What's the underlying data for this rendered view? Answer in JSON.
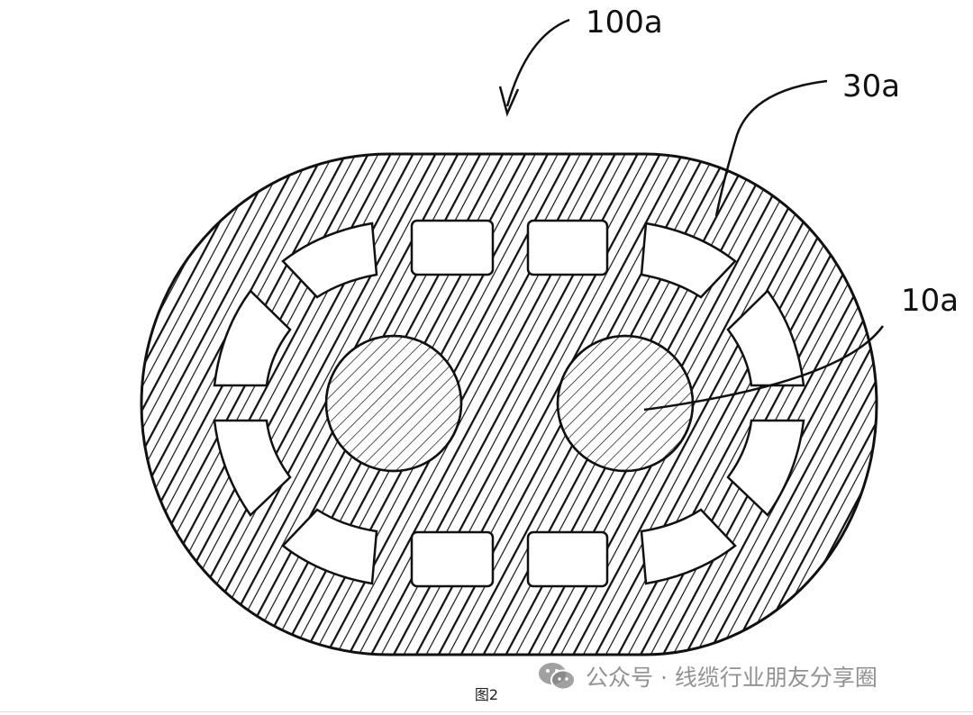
{
  "figure": {
    "labels": {
      "assembly": "100a",
      "jacket": "30a",
      "conductor": "10a"
    },
    "caption": "图2"
  },
  "watermark": {
    "text": "公众号 · 线缆行业朋友分享圈",
    "icon": "wechat-icon"
  },
  "colors": {
    "ink": "#111111",
    "background": "#ffffff",
    "watermark": "#8a8a8a"
  }
}
